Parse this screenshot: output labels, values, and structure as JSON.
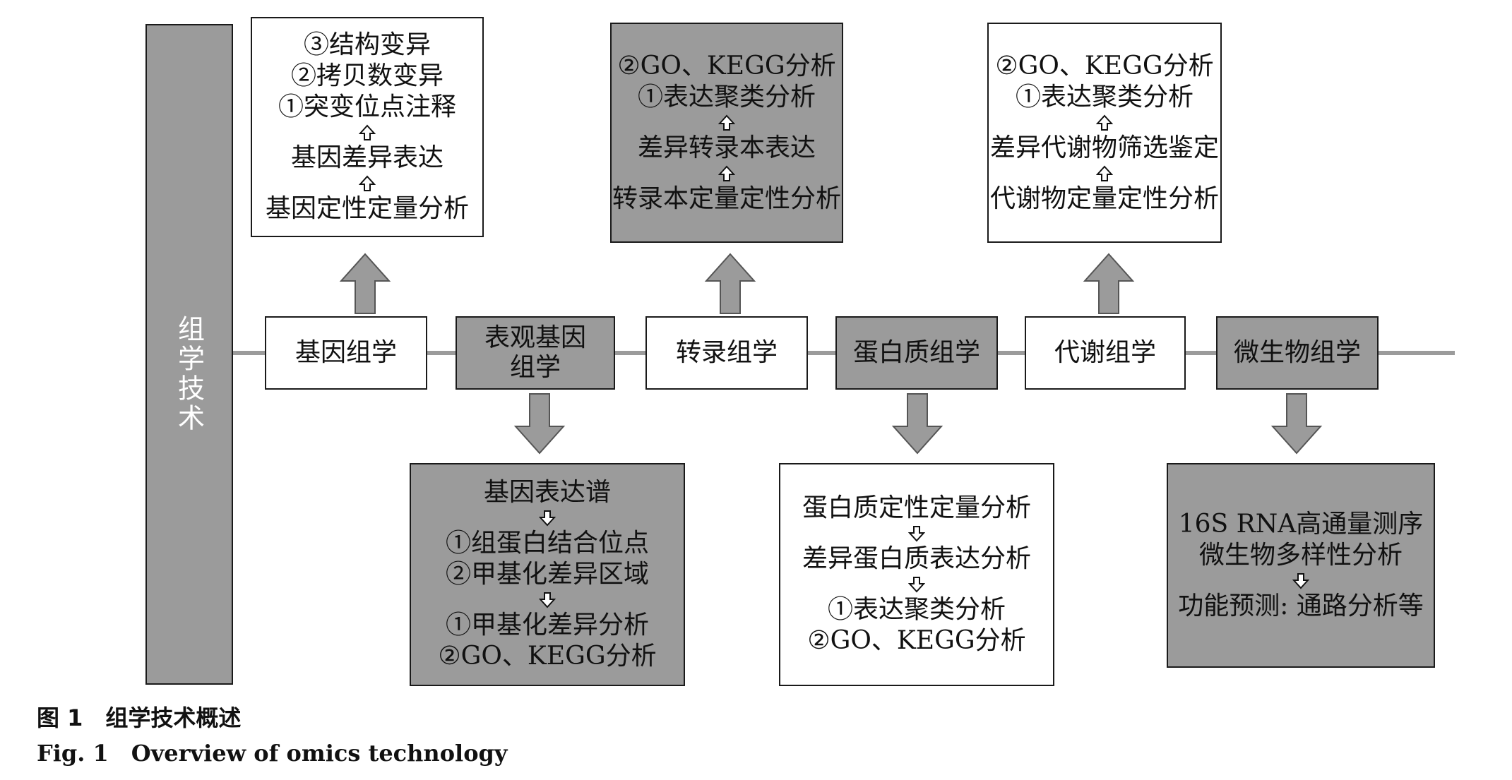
{
  "axis": {
    "label": "组学技术"
  },
  "nodes": [
    {
      "label": "基因组学"
    },
    {
      "label": "表观基因组学"
    },
    {
      "label": "转录组学"
    },
    {
      "label": "蛋白质组学"
    },
    {
      "label": "代谢组学"
    },
    {
      "label": "微生物组学"
    }
  ],
  "genomics": {
    "lines": [
      "③结构变异",
      "②拷贝数变异",
      "①突变位点注释",
      "基因差异表达",
      "基因定性定量分析"
    ]
  },
  "transcriptomics": {
    "lines": [
      "②GO、KEGG分析",
      "①表达聚类分析",
      "差异转录本表达",
      "转录本定量定性分析"
    ]
  },
  "metabolomics": {
    "lines": [
      "②GO、KEGG分析",
      "①表达聚类分析",
      "差异代谢物筛选鉴定",
      "代谢物定量定性分析"
    ]
  },
  "epigenomics": {
    "lines": [
      "基因表达谱",
      "①组蛋白结合位点",
      "②甲基化差异区域",
      "①甲基化差异分析",
      "②GO、KEGG分析"
    ]
  },
  "proteomics": {
    "lines": [
      "蛋白质定性定量分析",
      "差异蛋白质表达分析",
      "①表达聚类分析",
      "②GO、KEGG分析"
    ]
  },
  "microbiome": {
    "lines": [
      "16S RNA高通量测序",
      "微生物多样性分析",
      "功能预测: 通路分析等"
    ]
  },
  "caption": {
    "zh": "图 1　组学技术概述",
    "en": "Fig. 1　Overview of omics technology"
  },
  "colors": {
    "gray_fill": "#9b9b9b",
    "border": "#1a1a1a",
    "white_fill": "#ffffff"
  }
}
